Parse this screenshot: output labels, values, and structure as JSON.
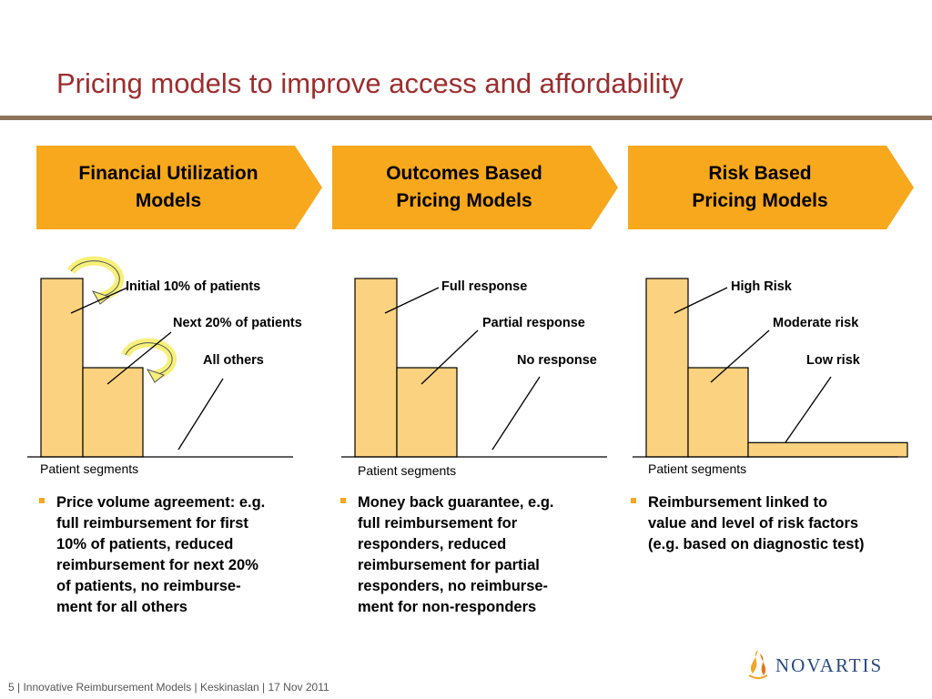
{
  "slide": {
    "title": "Pricing models to improve access and affordability"
  },
  "models": [
    {
      "heading_line1": "Financial Utilization",
      "heading_line2": "Models",
      "segment_labels": [
        "Initial 10% of patients",
        "Next 20% of patients",
        "All others"
      ],
      "axis_label": "Patient segments",
      "bullet_lines": [
        "Price volume agreement: e.g.",
        "full reimbursement for first",
        "10% of patients, reduced",
        "reimbursement for next 20%",
        "of patients, no reimburse-",
        "ment for all others"
      ]
    },
    {
      "heading_line1": "Outcomes Based",
      "heading_line2": "Pricing Models",
      "segment_labels": [
        "Full response",
        "Partial response",
        "No response"
      ],
      "axis_label": "Patient segments",
      "bullet_lines": [
        "Money back guarantee, e.g.",
        "full reimbursement for",
        "responders, reduced",
        "reimbursement for partial",
        "responders, no reimburse-",
        "ment for non-responders"
      ]
    },
    {
      "heading_line1": "Risk Based",
      "heading_line2": "Pricing Models",
      "segment_labels": [
        "High Risk",
        "Moderate risk",
        "Low risk"
      ],
      "axis_label": "Patient segments",
      "bullet_lines": [
        "Reimbursement linked to",
        "value and level of risk factors",
        "(e.g. based on diagnostic test)"
      ]
    }
  ],
  "footer": {
    "text": "5 | Innovative Reimbursement Models | Keskinaslan | 17 Nov 2011"
  },
  "logo": {
    "text": "NOVARTIS"
  },
  "colors": {
    "title": "#9b2d2e",
    "rule": "#8c735a",
    "chevron": "#f8a81d",
    "bar_fill": "#fbd27f",
    "bullet": "#f5a623",
    "circle_arrow": "#f6f07a"
  },
  "chart_data": [
    {
      "type": "bar",
      "xlabel": "Patient segments",
      "categories": [
        "Initial 10% of patients",
        "Next 20% of patients",
        "All others"
      ],
      "values": [
        1.0,
        0.5,
        0.0
      ],
      "widths": [
        0.1,
        0.2,
        0.7
      ]
    },
    {
      "type": "bar",
      "xlabel": "Patient segments",
      "categories": [
        "Full response",
        "Partial response",
        "No response"
      ],
      "values": [
        1.0,
        0.5,
        0.0
      ],
      "widths": [
        0.1,
        0.2,
        0.7
      ]
    },
    {
      "type": "bar",
      "xlabel": "Patient segments",
      "categories": [
        "High Risk",
        "Moderate risk",
        "Low risk"
      ],
      "values": [
        1.0,
        0.5,
        0.08
      ],
      "widths": [
        0.1,
        0.2,
        0.7
      ]
    }
  ]
}
